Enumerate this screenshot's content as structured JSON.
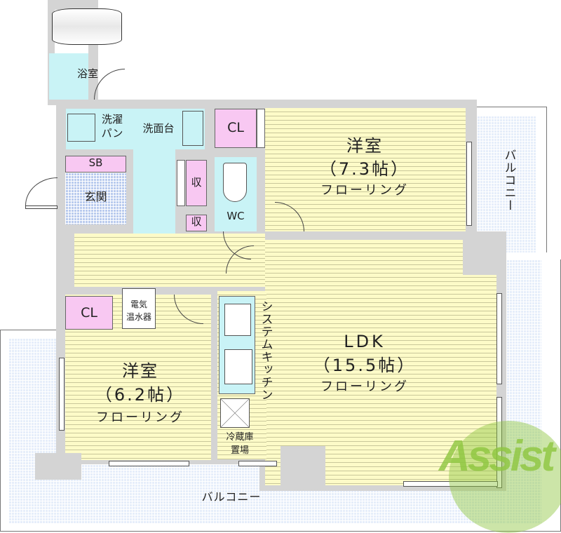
{
  "floorplan": {
    "rooms": {
      "bath": {
        "name": "浴室"
      },
      "laundry": {
        "name": "洗濯\nパン",
        "line1": "洗濯",
        "line2": "パン"
      },
      "washbasin": {
        "name": "洗面台"
      },
      "closet_top": {
        "name": "CL"
      },
      "shoebox": {
        "name": "SB"
      },
      "entrance": {
        "name": "玄関"
      },
      "storage1": {
        "name": "収"
      },
      "storage2": {
        "name": "収"
      },
      "wc": {
        "name": "WC"
      },
      "western_room_1": {
        "name": "洋室",
        "size": "（7.3帖）",
        "flooring": "フローリング"
      },
      "western_room_2": {
        "name": "洋室",
        "size": "（6.2帖）",
        "flooring": "フローリング"
      },
      "ldk": {
        "name": "LDK",
        "size": "（15.5帖）",
        "flooring": "フローリング"
      },
      "closet_bottom": {
        "name": "CL"
      },
      "water_heater": {
        "line1": "電気",
        "line2": "温水器"
      },
      "kitchen": {
        "name": "システムキッチン"
      },
      "fridge": {
        "line1": "冷蔵庫",
        "line2": "置場"
      },
      "balcony_right": {
        "name": "バルコニー"
      },
      "balcony_bottom": {
        "name": "バルコニー"
      }
    },
    "watermark": {
      "text": "Assist",
      "color": "#8dc63f"
    },
    "colors": {
      "floor": "#fdfbc8",
      "wet_area": "#c9f3f6",
      "closet": "#f8c8f2",
      "wall": "#d4d4d4",
      "tile": "#e6eefa"
    }
  }
}
